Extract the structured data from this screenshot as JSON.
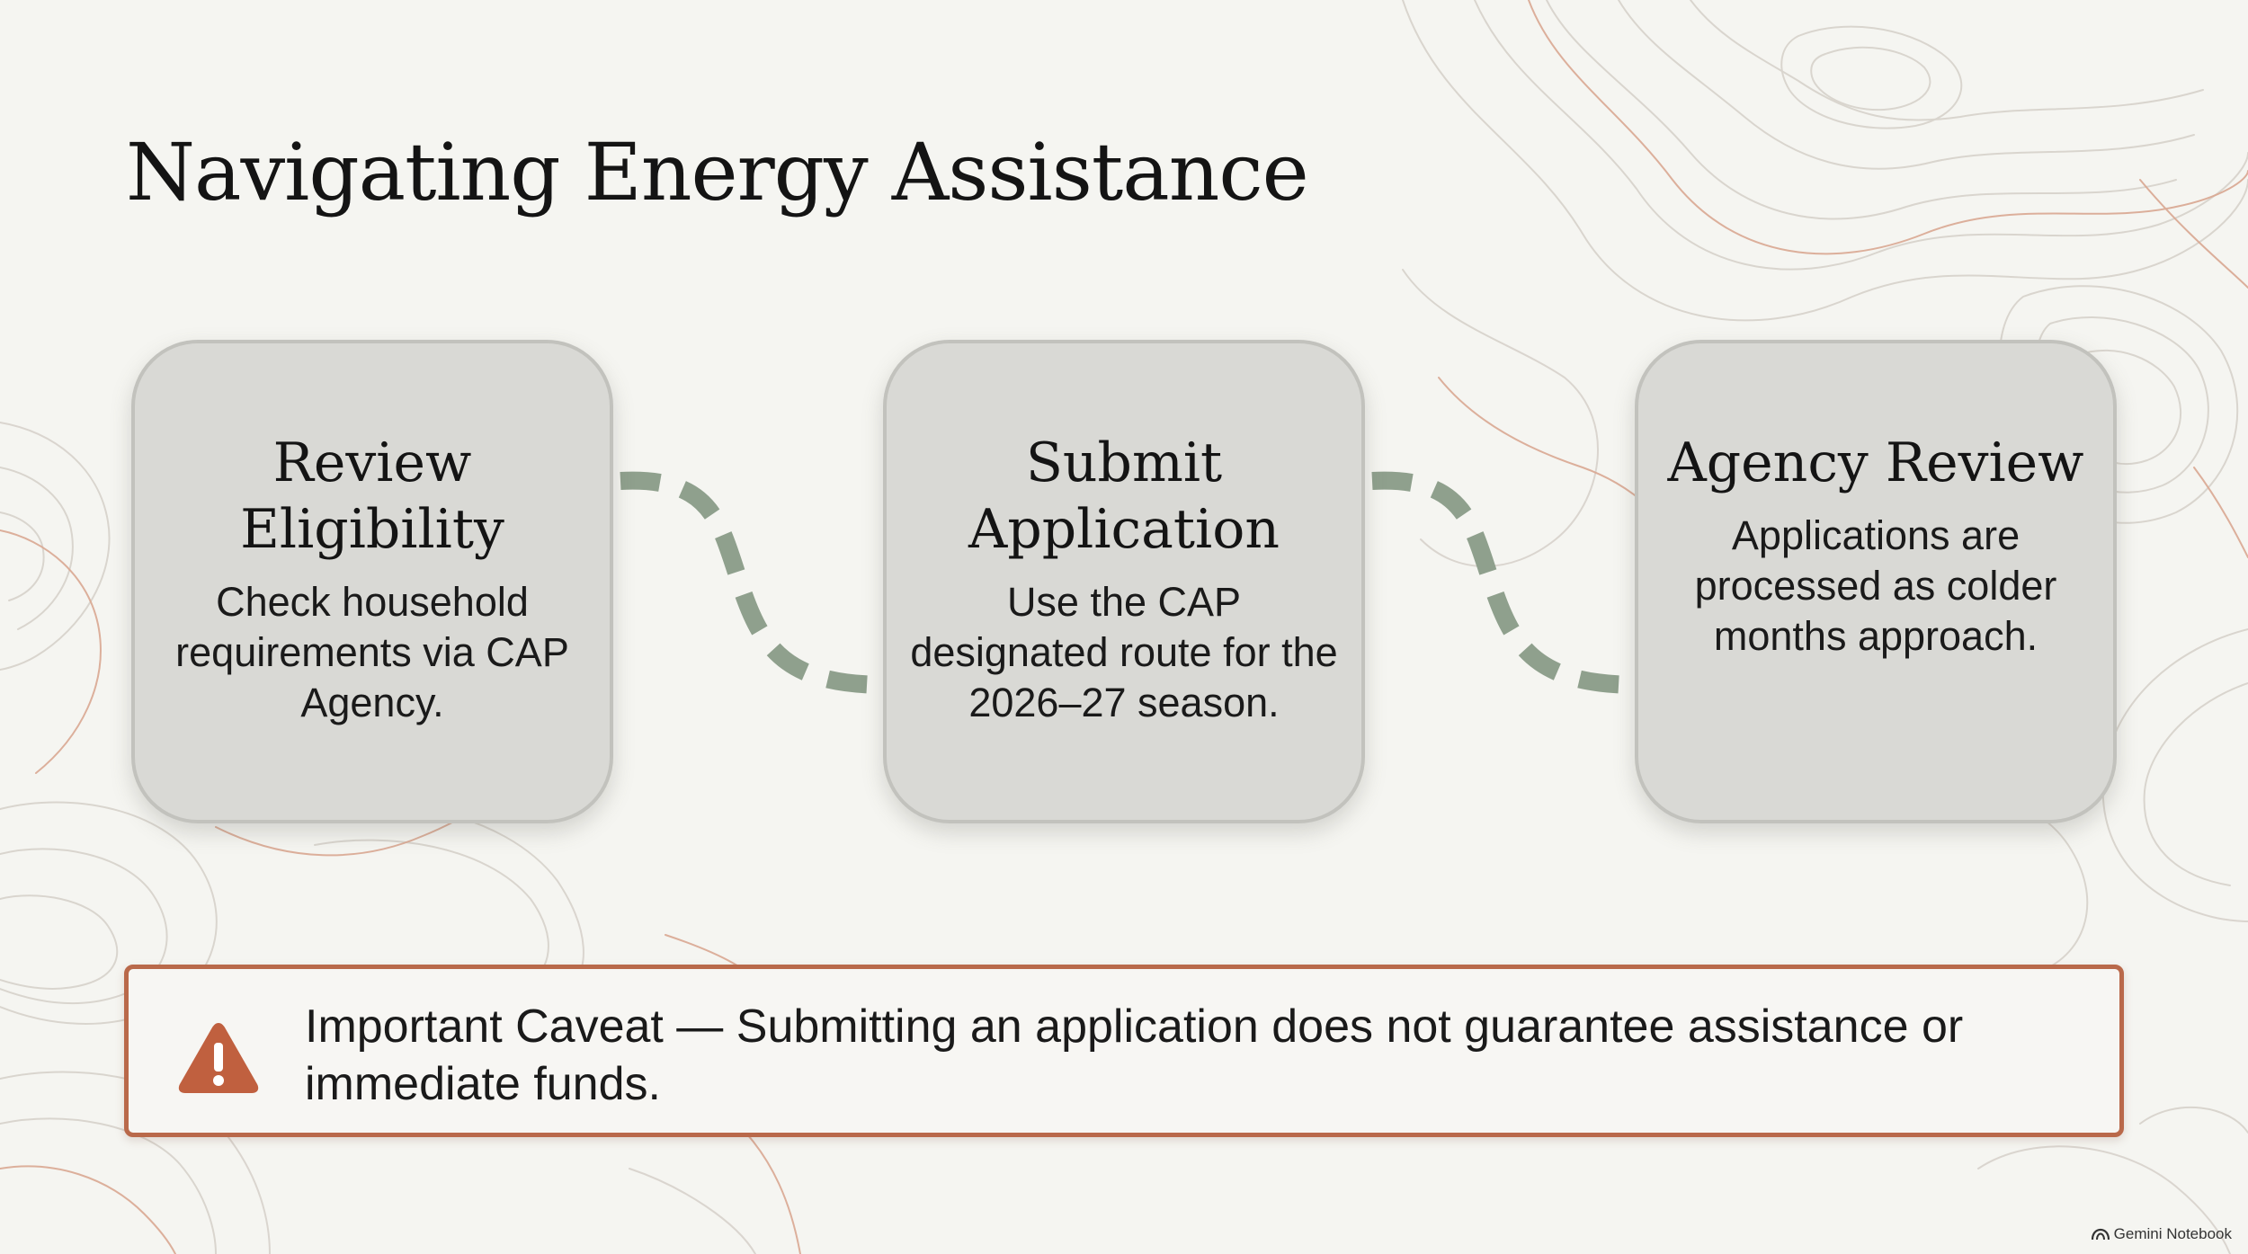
{
  "title": "Navigating Energy Assistance",
  "steps": [
    {
      "title": "Review Eligibility",
      "description": "Check household requirements via CAP Agency."
    },
    {
      "title": "Submit Application",
      "description": "Use the CAP designated route for the 2026–27 season."
    },
    {
      "title": "Agency Review",
      "description": "Applications are processed as colder months approach."
    }
  ],
  "caveat": {
    "text": "Important Caveat — Submitting an application does not guarantee assistance or immediate funds.",
    "icon": "warning-icon"
  },
  "branding": {
    "label": "Gemini Notebook",
    "icon": "notebook-logo-icon"
  },
  "colors": {
    "background": "#f5f5f1",
    "card": "#d9d9d5",
    "connector": "#8fa08d",
    "accent": "#c0603f",
    "contour": "#d8a48e"
  }
}
